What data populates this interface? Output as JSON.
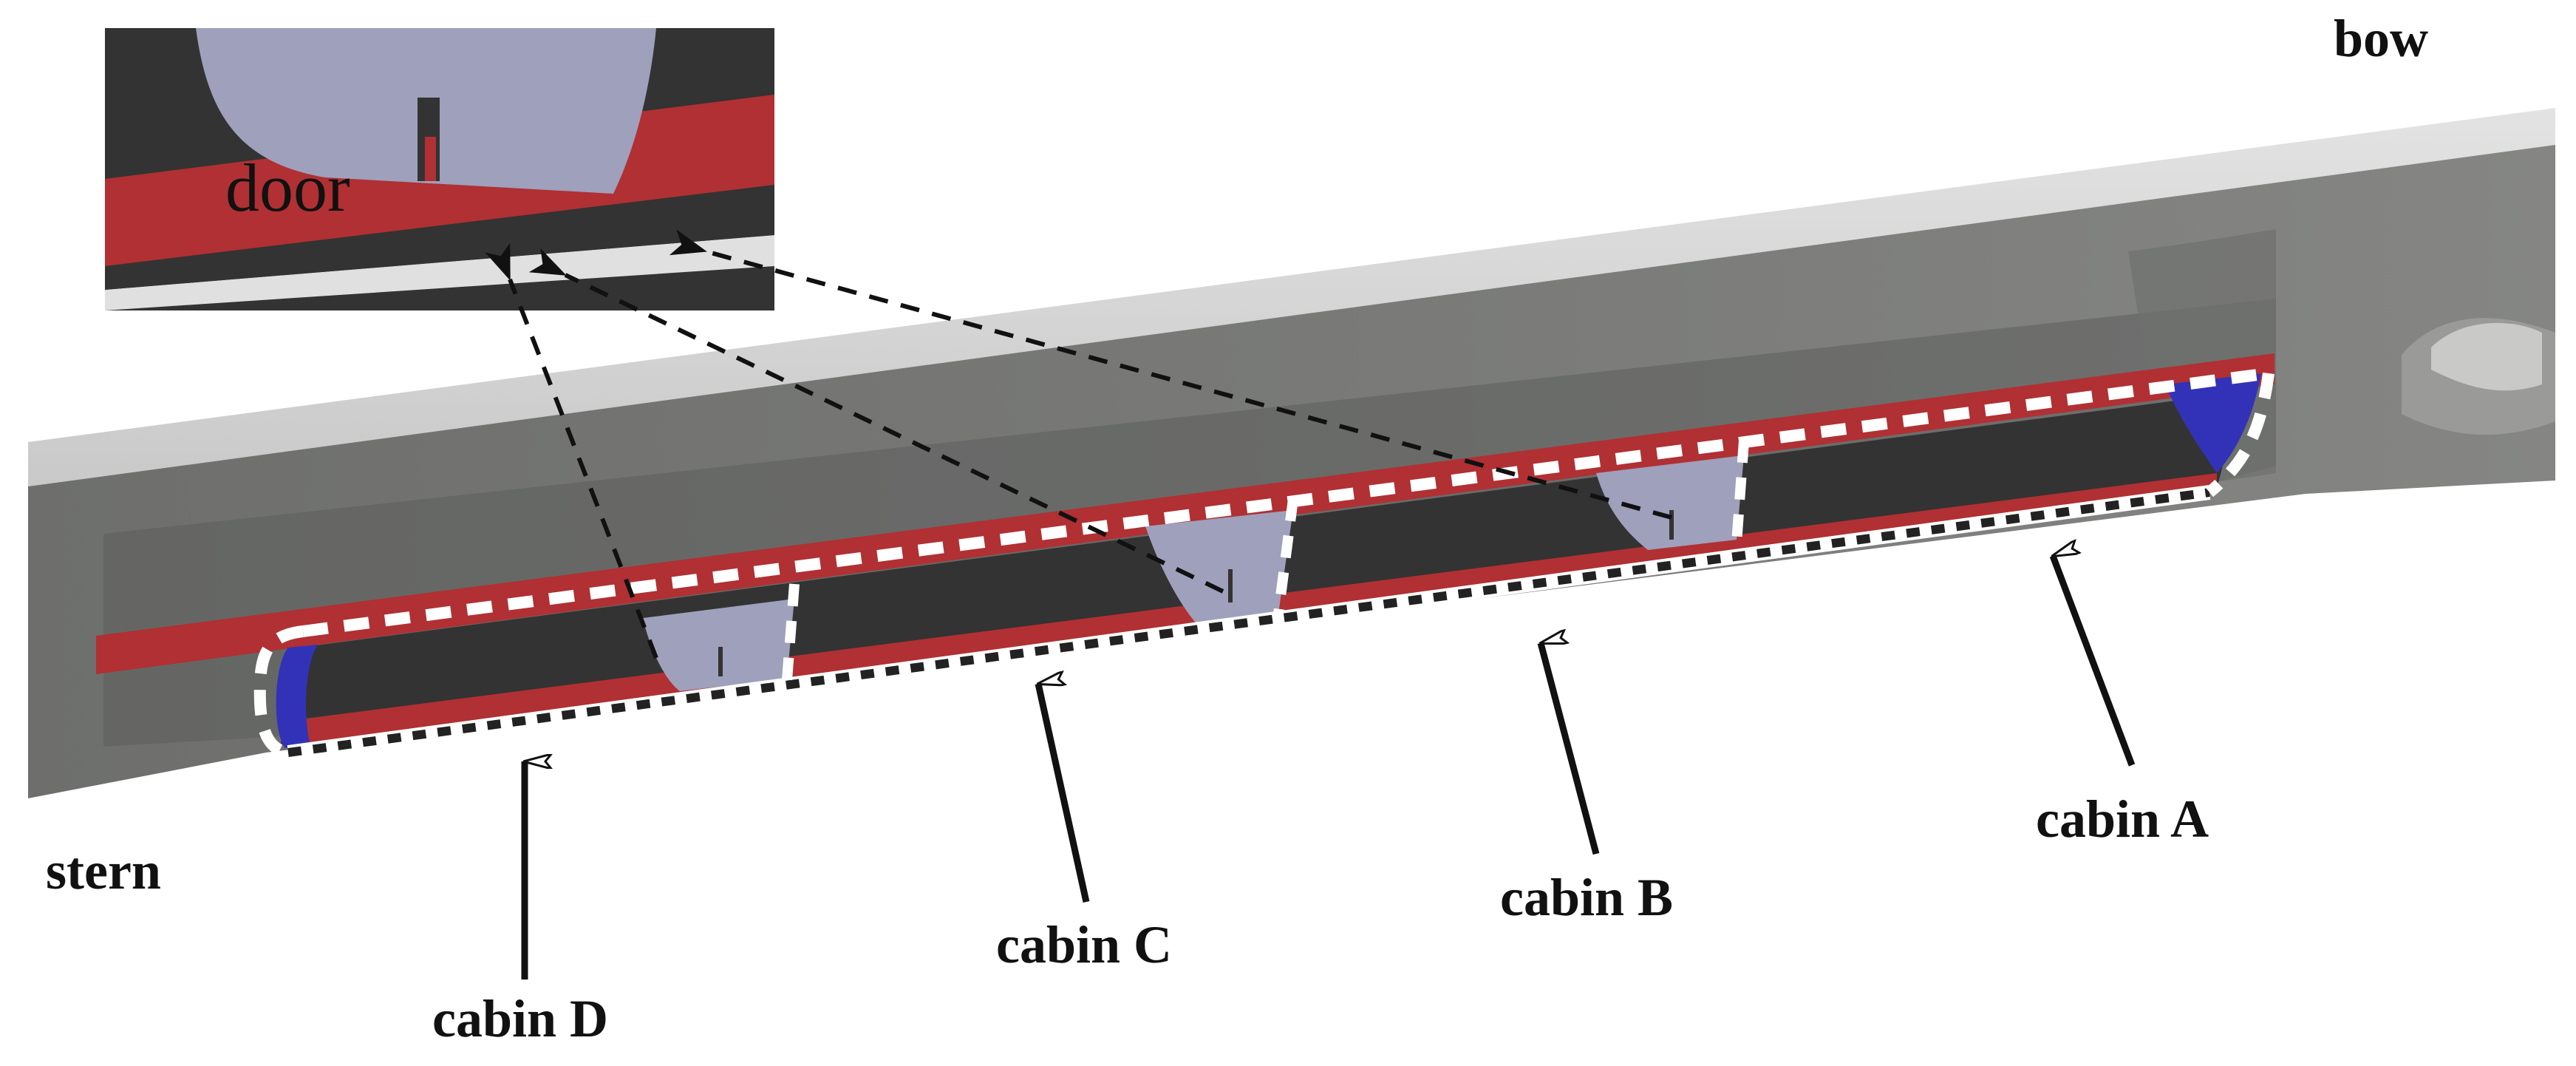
{
  "labels": {
    "bow": "bow",
    "stern": "stern",
    "door": "door",
    "cabin_a": "cabin A",
    "cabin_b": "cabin B",
    "cabin_c": "cabin C",
    "cabin_d": "cabin D"
  },
  "colors": {
    "hull_top": "#d9d9d9",
    "hull_side": "#7a7b79",
    "hull_dark": "#5f605e",
    "interior": "#333333",
    "floor_red": "#b03033",
    "wall_lilac": "#9fa0bb",
    "end_wall_blue": "#3232b8",
    "outline_white": "#ffffff",
    "arrow": "#111111"
  },
  "icons": {
    "pointer": "arrow-icon",
    "leader": "dashed-arrow-icon"
  }
}
